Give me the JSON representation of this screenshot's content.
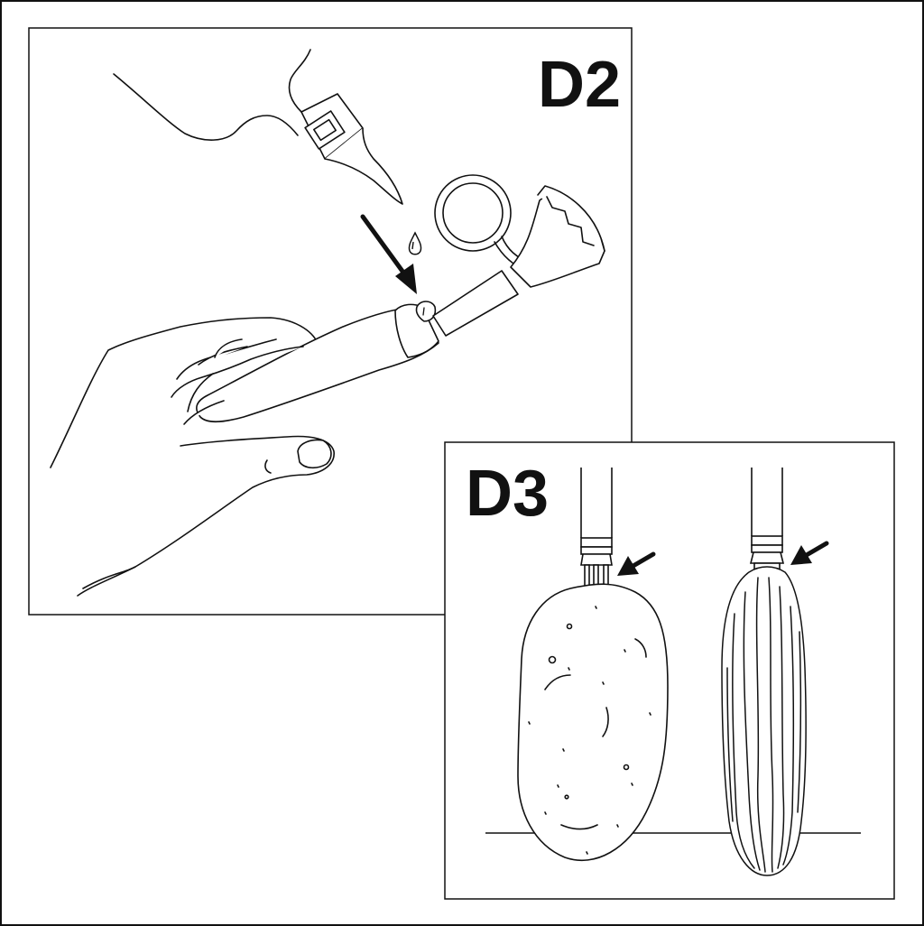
{
  "panels": [
    {
      "id": "D2",
      "label": "D2"
    },
    {
      "id": "D3",
      "label": "D3"
    }
  ],
  "colors": {
    "ink": "#111111",
    "paper": "#ffffff"
  },
  "icons": [
    "arrow-icon"
  ]
}
